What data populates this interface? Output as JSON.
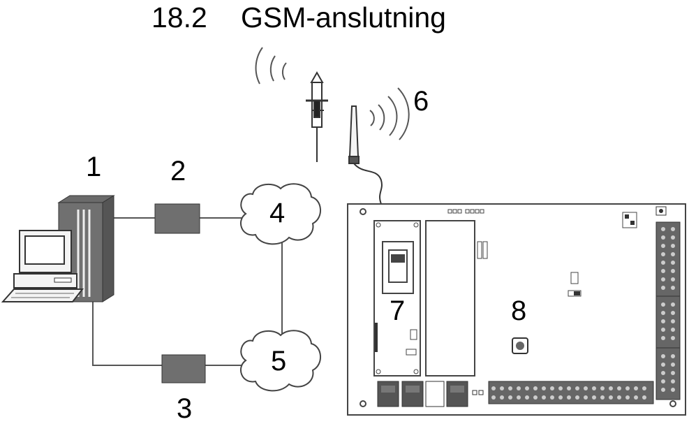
{
  "title": {
    "number": "18.2",
    "text": "GSM-anslutning"
  },
  "labels": {
    "l1": "1",
    "l2": "2",
    "l3": "3",
    "l4": "4",
    "l5": "5",
    "l6": "6",
    "l7": "7",
    "l8": "8"
  }
}
